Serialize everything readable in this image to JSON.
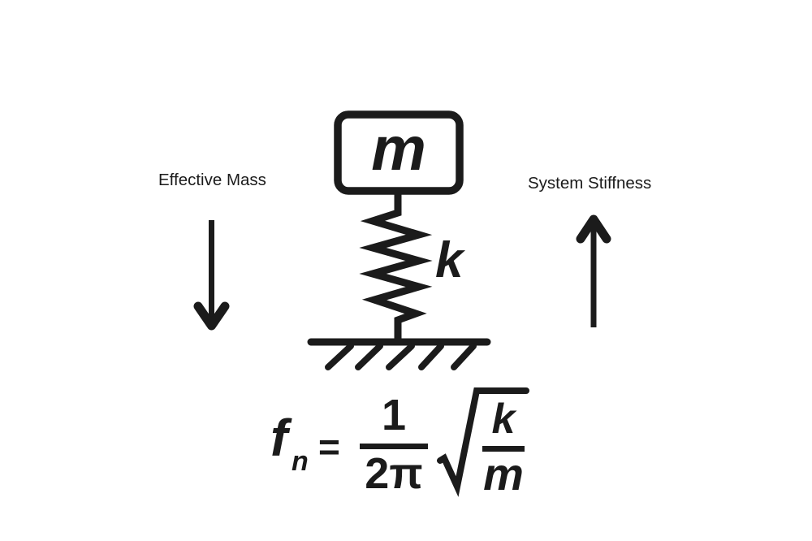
{
  "colors": {
    "background": "#ffffff",
    "ink": "#1b1b1b"
  },
  "diagram": {
    "mass_label": "m",
    "spring_label": "k",
    "left_annotation": {
      "label": "Effective Mass",
      "arrow_direction": "down"
    },
    "right_annotation": {
      "label": "System Stiffness",
      "arrow_direction": "up"
    }
  },
  "formula": {
    "lhs": "f",
    "lhs_subscript": "n",
    "equals": "=",
    "coefficient": {
      "numerator": "1",
      "denominator": "2π"
    },
    "radicand": {
      "numerator": "k",
      "denominator": "m"
    }
  }
}
